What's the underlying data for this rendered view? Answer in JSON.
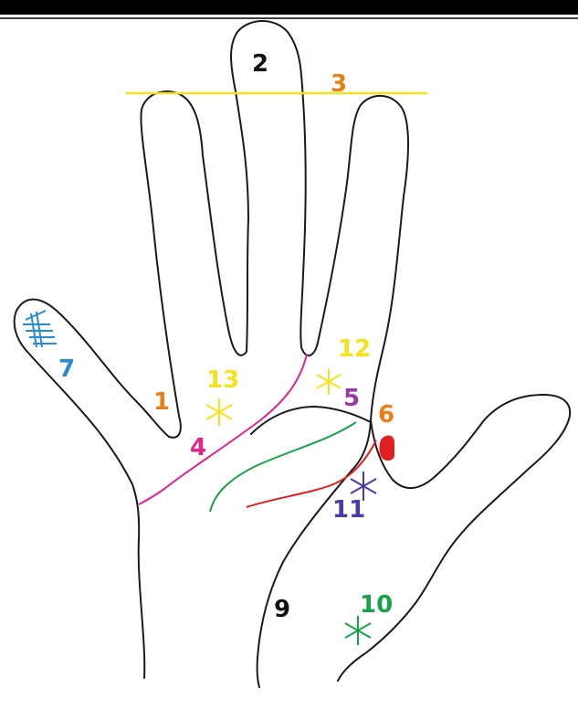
{
  "colors": {
    "outline": "#1a1a1a",
    "top_bar": "#000000",
    "orange": "#e8801a",
    "yellow": "#f5e21c",
    "magenta": "#e0248f",
    "purple": "#9b3aa6",
    "blue": "#2a8ad4",
    "green": "#1aa24a",
    "red": "#e02020",
    "indigo": "#4b3aa8",
    "black": "#111111"
  },
  "labels": {
    "l1": "1",
    "l2": "2",
    "l3": "3",
    "l4": "4",
    "l5": "5",
    "l6": "6",
    "l7": "7",
    "l9": "9",
    "l10": "10",
    "l11": "11",
    "l12": "12",
    "l13": "13"
  }
}
